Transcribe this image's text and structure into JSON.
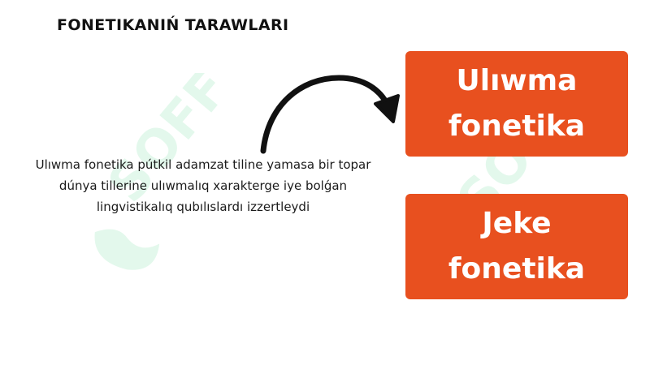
{
  "title": "FONETIKANIŃ TARAWLARI",
  "description": {
    "lines": [
      "Ulıwma fonetika pútkil adamzat tiline yamasa bir topar",
      "dúnya tillerine ulıwmalıq xarakterge iye bolǵan",
      "lingvistikalıq qubılıslardı izzertleydi"
    ]
  },
  "cards": [
    {
      "lines": [
        "Ulıwma",
        "fonetika"
      ]
    },
    {
      "lines": [
        "Jeke",
        "fonetika"
      ]
    }
  ],
  "watermark": {
    "text": "SOFF",
    "color": "#2ecc71"
  },
  "colors": {
    "card_background": "#e8501f",
    "card_text": "#ffffff",
    "title_text": "#111111",
    "arrow": "#111111"
  },
  "icons": {
    "arrow": "curved-arrow-icon"
  }
}
